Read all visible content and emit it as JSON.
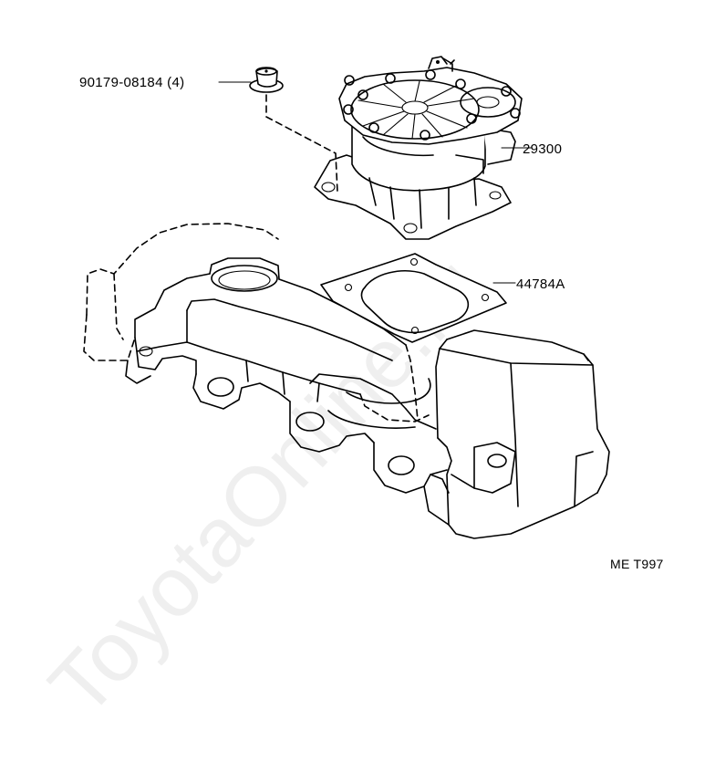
{
  "callouts": {
    "nut_part": "90179-08184 (4)",
    "actuator_part": "29300",
    "gasket_part": "44784A"
  },
  "figure_code": "ME T997",
  "watermark": "ToyotaOnline.ru"
}
